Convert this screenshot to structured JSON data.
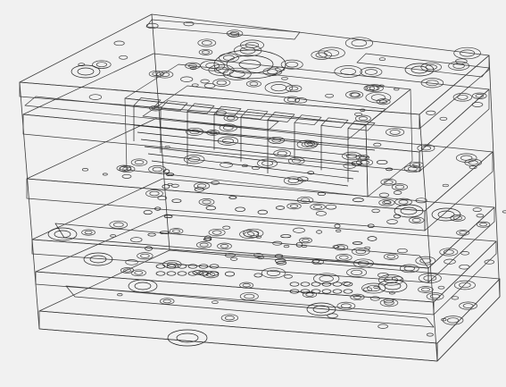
{
  "viewport": {
    "background": "#f1f1f1",
    "line_color": "#3c3c3c",
    "detail_color": "#1e1e1e",
    "render_style": "wireframe",
    "projection": "isometric"
  },
  "model": {
    "subject": "injection-mold-assembly",
    "icon": "mold-assembly-icon"
  }
}
